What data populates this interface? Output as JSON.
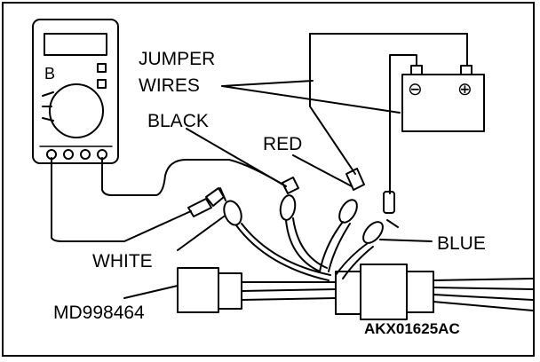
{
  "labels": {
    "jumper_1": "JUMPER",
    "jumper_2": "WIRES",
    "black": "BLACK",
    "red": "RED",
    "white": "WHITE",
    "blue": "BLUE",
    "tool": "MD998464",
    "code": "AKX01625AC"
  },
  "meter": {
    "range_letter": "B"
  },
  "battery": {
    "neg": "⊖",
    "pos": "⊕"
  },
  "colors": {
    "line": "#000000",
    "background": "#ffffff"
  }
}
